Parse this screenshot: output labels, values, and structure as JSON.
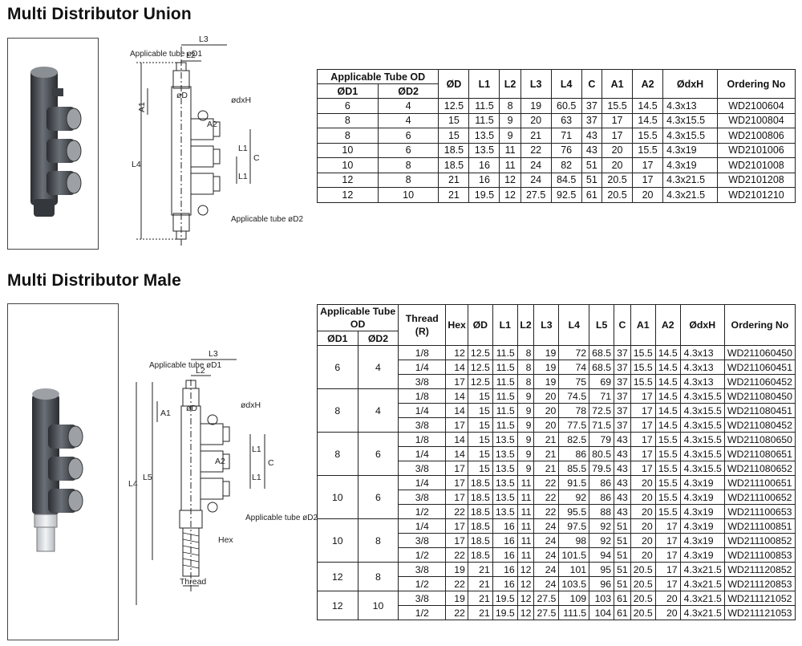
{
  "sections": [
    {
      "title": "Multi Distributor Union",
      "drawing": {
        "applicable_d1": "Applicable tube øD1",
        "applicable_d2": "Applicable tube øD2",
        "labels": [
          "L3",
          "L2",
          "A1",
          "øD",
          "ødxH",
          "A2",
          "C",
          "L1",
          "L1",
          "L4"
        ]
      },
      "table": {
        "header_group": "Applicable Tube OD",
        "header_sub": [
          "ØD1",
          "ØD2"
        ],
        "columns": [
          "ØD",
          "L1",
          "L2",
          "L3",
          "L4",
          "C",
          "A1",
          "A2",
          "ØdxH",
          "Ordering No"
        ],
        "rows": [
          [
            "6",
            "4",
            "12.5",
            "11.5",
            "8",
            "19",
            "60.5",
            "37",
            "15.5",
            "14.5",
            "4.3x13",
            "WD2100604"
          ],
          [
            "8",
            "4",
            "15",
            "11.5",
            "9",
            "20",
            "63",
            "37",
            "17",
            "14.5",
            "4.3x15.5",
            "WD2100804"
          ],
          [
            "8",
            "6",
            "15",
            "13.5",
            "9",
            "21",
            "71",
            "43",
            "17",
            "15.5",
            "4.3x15.5",
            "WD2100806"
          ],
          [
            "10",
            "6",
            "18.5",
            "13.5",
            "11",
            "22",
            "76",
            "43",
            "20",
            "15.5",
            "4.3x19",
            "WD2101006"
          ],
          [
            "10",
            "8",
            "18.5",
            "16",
            "11",
            "24",
            "82",
            "51",
            "20",
            "17",
            "4.3x19",
            "WD2101008"
          ],
          [
            "12",
            "8",
            "21",
            "16",
            "12",
            "24",
            "84.5",
            "51",
            "20.5",
            "17",
            "4.3x21.5",
            "WD2101208"
          ],
          [
            "12",
            "10",
            "21",
            "19.5",
            "12",
            "27.5",
            "92.5",
            "61",
            "20.5",
            "20",
            "4.3x21.5",
            "WD2101210"
          ]
        ]
      }
    },
    {
      "title": "Multi Distributor Male",
      "drawing": {
        "applicable_d1": "Applicable tube øD1",
        "applicable_d2": "Applicable tube øD2",
        "hex": "Hex",
        "thread": "Thread",
        "labels": [
          "L3",
          "L2",
          "A1",
          "øD",
          "ødxH",
          "A2",
          "C",
          "L1",
          "L1",
          "L4",
          "L5"
        ]
      },
      "table": {
        "header_group": "Applicable Tube OD",
        "header_sub": [
          "ØD1",
          "ØD2"
        ],
        "thread_header": "Thread (R)",
        "columns": [
          "Hex",
          "ØD",
          "L1",
          "L2",
          "L3",
          "L4",
          "L5",
          "C",
          "A1",
          "A2",
          "ØdxH",
          "Ordering No"
        ],
        "groups": [
          {
            "d1": "6",
            "d2": "4",
            "rows": [
              [
                "1/8",
                "12",
                "12.5",
                "11.5",
                "8",
                "19",
                "72",
                "68.5",
                "37",
                "15.5",
                "14.5",
                "4.3x13",
                "WD211060450"
              ],
              [
                "1/4",
                "14",
                "12.5",
                "11.5",
                "8",
                "19",
                "74",
                "68.5",
                "37",
                "15.5",
                "14.5",
                "4.3x13",
                "WD211060451"
              ],
              [
                "3/8",
                "17",
                "12.5",
                "11.5",
                "8",
                "19",
                "75",
                "69",
                "37",
                "15.5",
                "14.5",
                "4.3x13",
                "WD211060452"
              ]
            ]
          },
          {
            "d1": "8",
            "d2": "4",
            "rows": [
              [
                "1/8",
                "14",
                "15",
                "11.5",
                "9",
                "20",
                "74.5",
                "71",
                "37",
                "17",
                "14.5",
                "4.3x15.5",
                "WD211080450"
              ],
              [
                "1/4",
                "14",
                "15",
                "11.5",
                "9",
                "20",
                "78",
                "72.5",
                "37",
                "17",
                "14.5",
                "4.3x15.5",
                "WD211080451"
              ],
              [
                "3/8",
                "17",
                "15",
                "11.5",
                "9",
                "20",
                "77.5",
                "71.5",
                "37",
                "17",
                "14.5",
                "4.3x15.5",
                "WD211080452"
              ]
            ]
          },
          {
            "d1": "8",
            "d2": "6",
            "rows": [
              [
                "1/8",
                "14",
                "15",
                "13.5",
                "9",
                "21",
                "82.5",
                "79",
                "43",
                "17",
                "15.5",
                "4.3x15.5",
                "WD211080650"
              ],
              [
                "1/4",
                "14",
                "15",
                "13.5",
                "9",
                "21",
                "86",
                "80.5",
                "43",
                "17",
                "15.5",
                "4.3x15.5",
                "WD211080651"
              ],
              [
                "3/8",
                "17",
                "15",
                "13.5",
                "9",
                "21",
                "85.5",
                "79.5",
                "43",
                "17",
                "15.5",
                "4.3x15.5",
                "WD211080652"
              ]
            ]
          },
          {
            "d1": "10",
            "d2": "6",
            "rows": [
              [
                "1/4",
                "17",
                "18.5",
                "13.5",
                "11",
                "22",
                "91.5",
                "86",
                "43",
                "20",
                "15.5",
                "4.3x19",
                "WD211100651"
              ],
              [
                "3/8",
                "17",
                "18.5",
                "13.5",
                "11",
                "22",
                "92",
                "86",
                "43",
                "20",
                "15.5",
                "4.3x19",
                "WD211100652"
              ],
              [
                "1/2",
                "22",
                "18.5",
                "13.5",
                "11",
                "22",
                "95.5",
                "88",
                "43",
                "20",
                "15.5",
                "4.3x19",
                "WD211100653"
              ]
            ]
          },
          {
            "d1": "10",
            "d2": "8",
            "rows": [
              [
                "1/4",
                "17",
                "18.5",
                "16",
                "11",
                "24",
                "97.5",
                "92",
                "51",
                "20",
                "17",
                "4.3x19",
                "WD211100851"
              ],
              [
                "3/8",
                "17",
                "18.5",
                "16",
                "11",
                "24",
                "98",
                "92",
                "51",
                "20",
                "17",
                "4.3x19",
                "WD211100852"
              ],
              [
                "1/2",
                "22",
                "18.5",
                "16",
                "11",
                "24",
                "101.5",
                "94",
                "51",
                "20",
                "17",
                "4.3x19",
                "WD211100853"
              ]
            ]
          },
          {
            "d1": "12",
            "d2": "8",
            "rows": [
              [
                "3/8",
                "19",
                "21",
                "16",
                "12",
                "24",
                "101",
                "95",
                "51",
                "20.5",
                "17",
                "4.3x21.5",
                "WD211120852"
              ],
              [
                "1/2",
                "22",
                "21",
                "16",
                "12",
                "24",
                "103.5",
                "96",
                "51",
                "20.5",
                "17",
                "4.3x21.5",
                "WD211120853"
              ]
            ]
          },
          {
            "d1": "12",
            "d2": "10",
            "rows": [
              [
                "3/8",
                "19",
                "21",
                "19.5",
                "12",
                "27.5",
                "109",
                "103",
                "61",
                "20.5",
                "20",
                "4.3x21.5",
                "WD211121052"
              ],
              [
                "1/2",
                "22",
                "21",
                "19.5",
                "12",
                "27.5",
                "111.5",
                "104",
                "61",
                "20.5",
                "20",
                "4.3x21.5",
                "WD211121053"
              ]
            ]
          }
        ]
      }
    }
  ]
}
